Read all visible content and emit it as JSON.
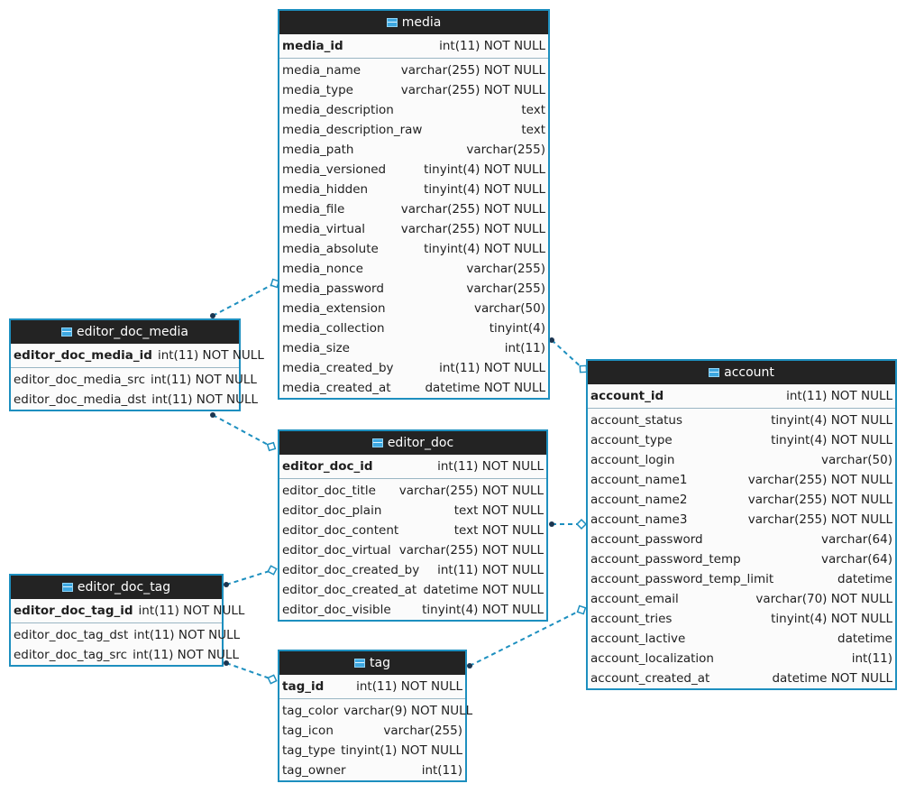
{
  "diagram": {
    "tables": [
      {
        "id": "media",
        "name": "media",
        "columns": [
          {
            "name": "media_id",
            "type": "int(11) NOT NULL",
            "pk": true
          },
          {
            "name": "media_name",
            "type": "varchar(255) NOT NULL"
          },
          {
            "name": "media_type",
            "type": "varchar(255) NOT NULL"
          },
          {
            "name": "media_description",
            "type": "text"
          },
          {
            "name": "media_description_raw",
            "type": "text"
          },
          {
            "name": "media_path",
            "type": "varchar(255)"
          },
          {
            "name": "media_versioned",
            "type": "tinyint(4) NOT NULL"
          },
          {
            "name": "media_hidden",
            "type": "tinyint(4) NOT NULL"
          },
          {
            "name": "media_file",
            "type": "varchar(255) NOT NULL"
          },
          {
            "name": "media_virtual",
            "type": "varchar(255) NOT NULL"
          },
          {
            "name": "media_absolute",
            "type": "tinyint(4) NOT NULL"
          },
          {
            "name": "media_nonce",
            "type": "varchar(255)"
          },
          {
            "name": "media_password",
            "type": "varchar(255)"
          },
          {
            "name": "media_extension",
            "type": "varchar(50)"
          },
          {
            "name": "media_collection",
            "type": "tinyint(4)"
          },
          {
            "name": "media_size",
            "type": "int(11)"
          },
          {
            "name": "media_created_by",
            "type": "int(11) NOT NULL"
          },
          {
            "name": "media_created_at",
            "type": "datetime NOT NULL"
          }
        ]
      },
      {
        "id": "editor_doc_media",
        "name": "editor_doc_media",
        "columns": [
          {
            "name": "editor_doc_media_id",
            "type": "int(11) NOT NULL",
            "pk": true
          },
          {
            "name": "editor_doc_media_src",
            "type": "int(11) NOT NULL"
          },
          {
            "name": "editor_doc_media_dst",
            "type": "int(11) NOT NULL"
          }
        ]
      },
      {
        "id": "editor_doc",
        "name": "editor_doc",
        "columns": [
          {
            "name": "editor_doc_id",
            "type": "int(11) NOT NULL",
            "pk": true
          },
          {
            "name": "editor_doc_title",
            "type": "varchar(255) NOT NULL"
          },
          {
            "name": "editor_doc_plain",
            "type": "text NOT NULL"
          },
          {
            "name": "editor_doc_content",
            "type": "text NOT NULL"
          },
          {
            "name": "editor_doc_virtual",
            "type": "varchar(255) NOT NULL"
          },
          {
            "name": "editor_doc_created_by",
            "type": "int(11) NOT NULL"
          },
          {
            "name": "editor_doc_created_at",
            "type": "datetime NOT NULL"
          },
          {
            "name": "editor_doc_visible",
            "type": "tinyint(4) NOT NULL"
          }
        ]
      },
      {
        "id": "editor_doc_tag",
        "name": "editor_doc_tag",
        "columns": [
          {
            "name": "editor_doc_tag_id",
            "type": "int(11) NOT NULL",
            "pk": true
          },
          {
            "name": "editor_doc_tag_dst",
            "type": "int(11) NOT NULL"
          },
          {
            "name": "editor_doc_tag_src",
            "type": "int(11) NOT NULL"
          }
        ]
      },
      {
        "id": "tag",
        "name": "tag",
        "columns": [
          {
            "name": "tag_id",
            "type": "int(11) NOT NULL",
            "pk": true
          },
          {
            "name": "tag_color",
            "type": "varchar(9) NOT NULL"
          },
          {
            "name": "tag_icon",
            "type": "varchar(255)"
          },
          {
            "name": "tag_type",
            "type": "tinyint(1) NOT NULL"
          },
          {
            "name": "tag_owner",
            "type": "int(11)"
          }
        ]
      },
      {
        "id": "account",
        "name": "account",
        "columns": [
          {
            "name": "account_id",
            "type": "int(11) NOT NULL",
            "pk": true
          },
          {
            "name": "account_status",
            "type": "tinyint(4) NOT NULL"
          },
          {
            "name": "account_type",
            "type": "tinyint(4) NOT NULL"
          },
          {
            "name": "account_login",
            "type": "varchar(50)"
          },
          {
            "name": "account_name1",
            "type": "varchar(255) NOT NULL"
          },
          {
            "name": "account_name2",
            "type": "varchar(255) NOT NULL"
          },
          {
            "name": "account_name3",
            "type": "varchar(255) NOT NULL"
          },
          {
            "name": "account_password",
            "type": "varchar(64)"
          },
          {
            "name": "account_password_temp",
            "type": "varchar(64)"
          },
          {
            "name": "account_password_temp_limit",
            "type": "datetime"
          },
          {
            "name": "account_email",
            "type": "varchar(70) NOT NULL"
          },
          {
            "name": "account_tries",
            "type": "tinyint(4) NOT NULL"
          },
          {
            "name": "account_lactive",
            "type": "datetime"
          },
          {
            "name": "account_localization",
            "type": "int(11)"
          },
          {
            "name": "account_created_at",
            "type": "datetime NOT NULL"
          }
        ]
      }
    ],
    "relations": [
      {
        "from": "editor_doc_media",
        "to": "media"
      },
      {
        "from": "editor_doc_media",
        "to": "editor_doc"
      },
      {
        "from": "editor_doc_tag",
        "to": "editor_doc"
      },
      {
        "from": "editor_doc_tag",
        "to": "tag"
      },
      {
        "from": "media",
        "to": "account"
      },
      {
        "from": "editor_doc",
        "to": "account"
      },
      {
        "from": "tag",
        "to": "account"
      }
    ],
    "colors": {
      "border": "#1d8fbf",
      "header": "#232323",
      "link": "#1d8fbf",
      "dot": "#1b3550"
    },
    "icons": {
      "table": "table-icon"
    }
  }
}
